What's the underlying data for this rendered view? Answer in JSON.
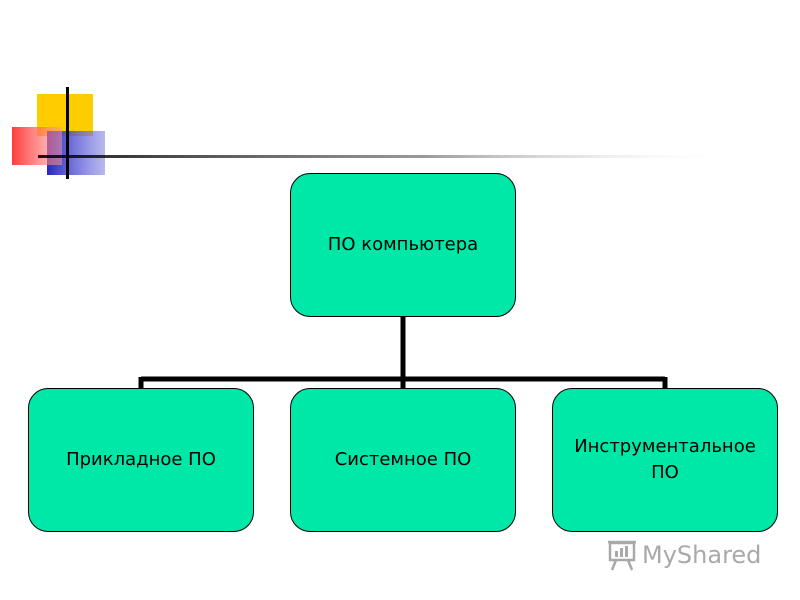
{
  "diagram": {
    "root": {
      "label": "ПО компьютера"
    },
    "children": [
      {
        "label": "Прикладное ПО"
      },
      {
        "label": "Системное ПО"
      },
      {
        "label": "Инструментальное ПО"
      }
    ]
  },
  "watermark": {
    "text": "MyShared"
  },
  "colors": {
    "node_fill": "#00e8a8",
    "node_border": "#000000",
    "deco_yellow": "#ffcc00",
    "deco_red": "#ff5050",
    "deco_blue": "#3333cc"
  }
}
